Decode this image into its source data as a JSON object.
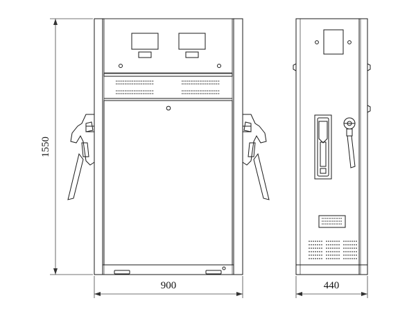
{
  "dimensions": {
    "height_label": "1550",
    "front_width_label": "900",
    "side_depth_label": "440"
  },
  "views": [
    "front-view",
    "side-view"
  ]
}
